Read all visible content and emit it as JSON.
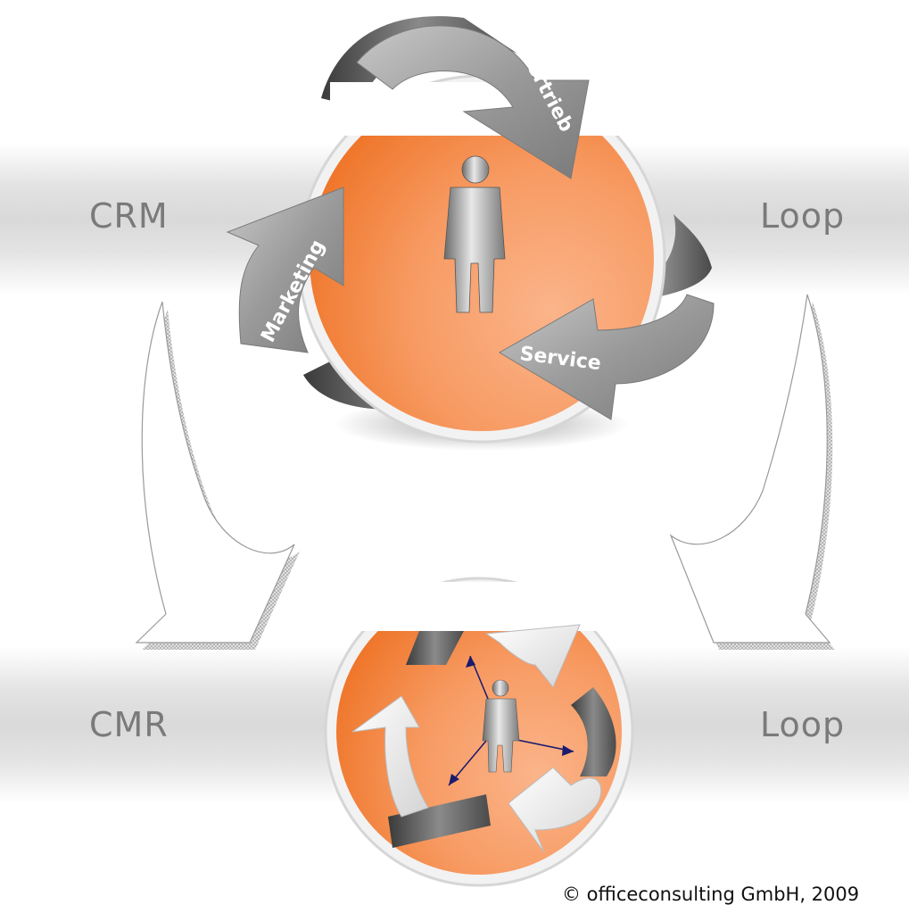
{
  "labels": {
    "crm": "CRM",
    "loop_top": "Loop",
    "cmr": "CMR",
    "loop_bottom": "Loop"
  },
  "cycle_top": {
    "arrows": [
      "Vertrieb",
      "Service",
      "Marketing"
    ]
  },
  "footer": {
    "copyright": "© officeconsulting GmbH, 2009"
  },
  "colors": {
    "orange_dark": "#f07a2e",
    "orange_light": "#fbb48a",
    "arrow_grey": "#9c9c9c",
    "band_grey": "#d9d9d9",
    "label_grey": "#7a7a7a",
    "connector_blue": "#1a1a6e"
  }
}
